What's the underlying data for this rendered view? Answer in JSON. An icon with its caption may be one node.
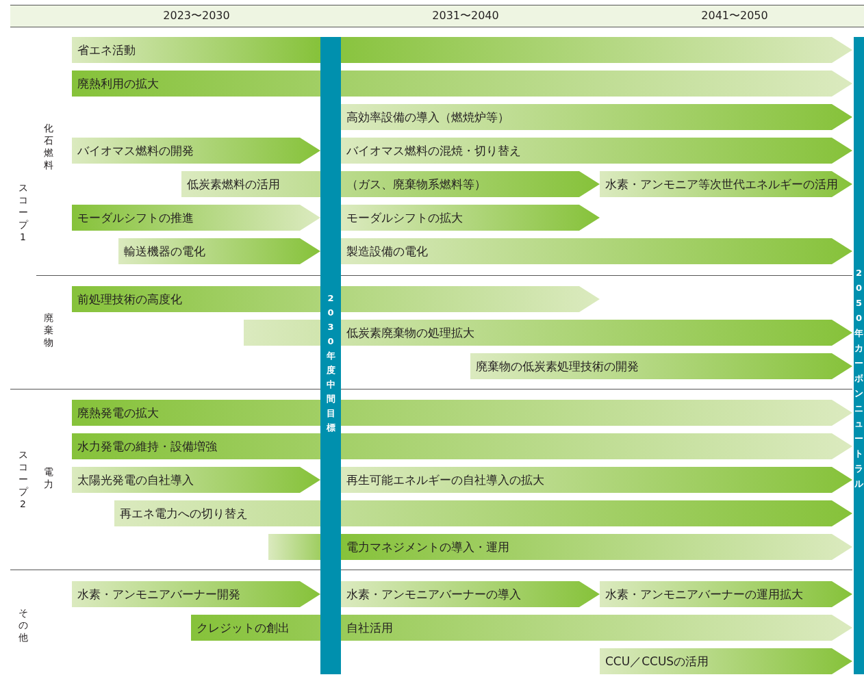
{
  "diagram": {
    "nodes": [
      {
        "text": [
          "省エネ活動"
        ]
      },
      {
        "text": [
          "廃熱利用の拡大"
        ]
      },
      {
        "text": [
          "高効率設備の導入（燃焼炉等）"
        ]
      },
      {
        "text": [
          "バイオマス燃料の開発"
        ]
      },
      {
        "text": [
          "バイオマス燃料の混焼・切り替え"
        ]
      },
      {
        "text": [
          "低炭素燃料の活用",
          "（ガス、廃棄物系燃料等）"
        ]
      },
      {
        "text": [
          "水素・アンモニア等次世代エネルギーの活用"
        ]
      },
      {
        "text": [
          "モーダルシフトの推進"
        ]
      },
      {
        "text": [
          "モーダルシフトの拡大"
        ]
      },
      {
        "text": [
          "輸送機器の電化"
        ]
      },
      {
        "text": [
          "製造設備の電化"
        ]
      },
      {
        "text": [
          "前処理技術の高度化"
        ]
      },
      {
        "text": [
          "低炭素廃棄物の処理拡大"
        ]
      },
      {
        "text": [
          "廃棄物の低炭素処理技術の開発"
        ]
      },
      {
        "text": [
          "廃熱発電の拡大"
        ]
      },
      {
        "text": [
          "水力発電の維持・設備増強"
        ]
      },
      {
        "text": [
          "太陽光発電の自社導入"
        ]
      },
      {
        "text": [
          "再生可能エネルギーの自社導入の拡大"
        ]
      },
      {
        "text": [
          "再エネ電力への切り替え"
        ]
      },
      {
        "text": [
          "電力マネジメントの導入・運用"
        ]
      },
      {
        "text": [
          "水素・アンモニアバーナー開発"
        ]
      },
      {
        "text": [
          "水素・アンモニアバーナーの導入"
        ]
      },
      {
        "text": [
          "水素・アンモニアバーナーの運用拡大"
        ]
      },
      {
        "text": [
          "クレジットの創出",
          "自社活用"
        ]
      },
      {
        "text": [
          "CCU／CCUSの活用"
        ]
      },
      {
        "text": [
          "2030年度中間目標"
        ]
      },
      {
        "text": [
          "2050年カーボンニュートラル"
        ]
      }
    ],
    "labels": [
      "2023〜2030",
      "2031〜2040",
      "2041〜2050",
      "スコープ1",
      "化石燃料",
      "廃棄物",
      "スコープ2",
      "電力",
      "その他"
    ]
  }
}
